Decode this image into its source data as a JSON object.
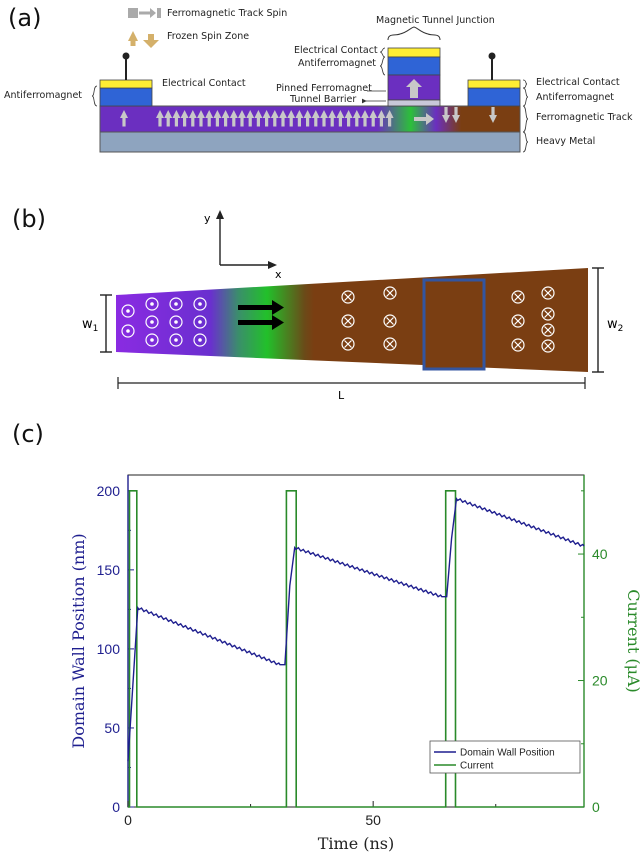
{
  "panels": {
    "a": "(a)",
    "b": "(b)",
    "c": "(c)"
  },
  "panel_a": {
    "legend_track_spin": "Ferromagnetic Track Spin",
    "legend_frozen": "Frozen Spin Zone",
    "mtj_title": "Magnetic Tunnel Junction",
    "mtj_contact": "Electrical Contact",
    "mtj_afm": "Antiferromagnet",
    "pinned_fm": "Pinned Ferromagnet",
    "tunnel_barrier": "Tunnel Barrier",
    "left_contact": "Electrical Contact",
    "left_afm": "Antiferromagnet",
    "right_contact": "Electrical Contact",
    "right_afm": "Antiferromagnet",
    "fm_track": "Ferromagnetic Track",
    "heavy_metal": "Heavy Metal",
    "colors": {
      "contact": "#ffee33",
      "afm": "#2f64d6",
      "track": "#6b2fc0",
      "heavy_metal": "#8ea4bf",
      "domain": "#22c02a",
      "right_domain": "#7a3e12"
    }
  },
  "panel_b": {
    "axis_y": "y",
    "axis_x": "x",
    "w1": "w",
    "w1_sub": "1",
    "w2": "w",
    "w2_sub": "2",
    "length": "L"
  },
  "chart_data": {
    "type": "line",
    "xlabel": "Time (ns)",
    "ylabel": "Domain Wall Position (nm)",
    "y2label": "Current (μA)",
    "xlim": [
      0,
      93
    ],
    "ylim": [
      0,
      210
    ],
    "y2lim": [
      0,
      52.5
    ],
    "xticks": [
      0,
      50
    ],
    "yticks": [
      0,
      50,
      100,
      150,
      200
    ],
    "y2ticks": [
      0,
      20,
      40
    ],
    "legend_position": "bottom-right",
    "series": [
      {
        "name": "Domain Wall Position",
        "axis": "left",
        "color": "#1f1f8f",
        "x": [
          0,
          2,
          31,
          32,
          33,
          34,
          64,
          65,
          66,
          67,
          93
        ],
        "y": [
          29,
          126,
          90,
          90,
          140,
          164,
          133,
          133,
          170,
          195,
          165
        ]
      },
      {
        "name": "Current",
        "axis": "right",
        "color": "#2a8a2a",
        "step": true,
        "x": [
          0,
          0.3,
          0.3,
          1.8,
          1.8,
          32.3,
          32.3,
          34.3,
          34.3,
          64.8,
          64.8,
          66.8,
          66.8,
          93
        ],
        "y": [
          0,
          0,
          50,
          50,
          0,
          0,
          50,
          50,
          0,
          0,
          50,
          50,
          0,
          0
        ]
      }
    ]
  }
}
